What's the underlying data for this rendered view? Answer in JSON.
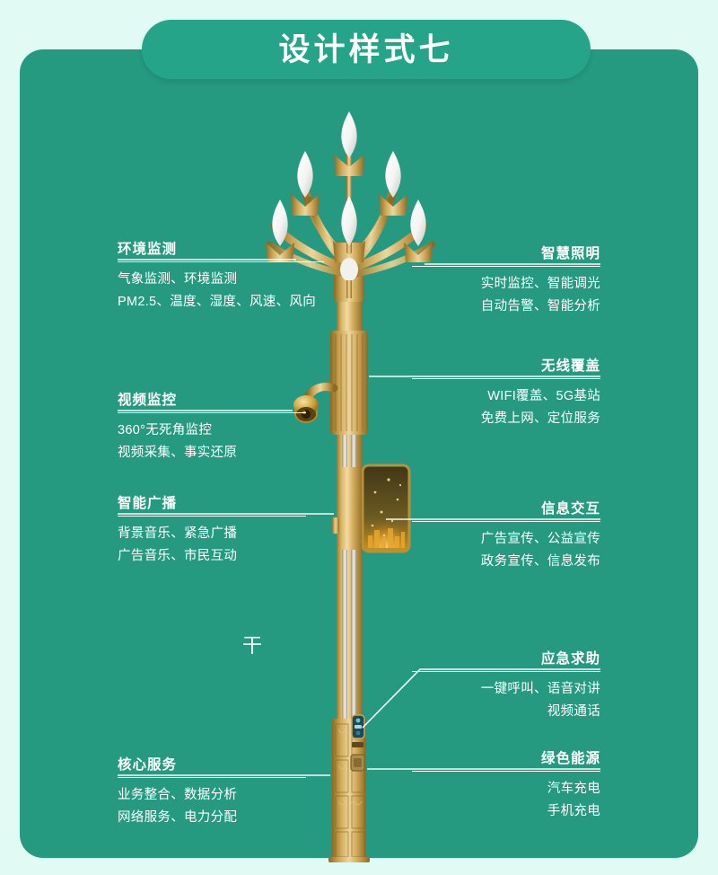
{
  "banner": {
    "title": "设计样式七"
  },
  "colors": {
    "page_background": "#e2faf4",
    "card_green": "#259a81",
    "banner_green": "#26a489",
    "text_white": "#ffffff",
    "gold_light": "#e8c878",
    "gold_mid": "#c9a24a",
    "gold_dark": "#9a7326",
    "silver": "#c9c9c3",
    "screen_dark": "#4d4421",
    "screen_glow": "#e8a92b"
  },
  "callouts": {
    "left": [
      {
        "title": "环境监测",
        "lines": [
          "气象监测、环境监测",
          "PM2.5、温度、湿度、风速、风向"
        ]
      },
      {
        "title": "视频监控",
        "lines": [
          "360°无死角监控",
          "视频采集、事实还原"
        ]
      },
      {
        "title": "智能广播",
        "lines": [
          "背景音乐、紧急广播",
          "广告音乐、市民互动"
        ]
      },
      {
        "title": "核心服务",
        "lines": [
          "业务整合、数据分析",
          "网络服务、电力分配"
        ]
      }
    ],
    "right": [
      {
        "title": "智慧照明",
        "lines": [
          "实时监控、智能调光",
          "自动告警、智能分析"
        ]
      },
      {
        "title": "无线覆盖",
        "lines": [
          "WIFI覆盖、5G基站",
          "免费上网、定位服务"
        ]
      },
      {
        "title": "信息交互",
        "lines": [
          "广告宣传、公益宣传",
          "政务宣传、信息发布"
        ]
      },
      {
        "title": "应急求助",
        "lines": [
          "一键呼叫、语音对讲",
          "视频通话"
        ]
      },
      {
        "title": "绿色能源",
        "lines": [
          "汽车充电",
          "手机充电"
        ]
      }
    ]
  },
  "artwork": {
    "subject": "smart-street-light-pole",
    "lamp_heads": 6,
    "stray_mark": "干",
    "components": [
      "magnolia-lamp-head",
      "environment-sensor",
      "ptz-camera-dome",
      "speaker-module",
      "info-display-screen",
      "emergency-call-panel",
      "charging-port",
      "ornate-base"
    ]
  }
}
